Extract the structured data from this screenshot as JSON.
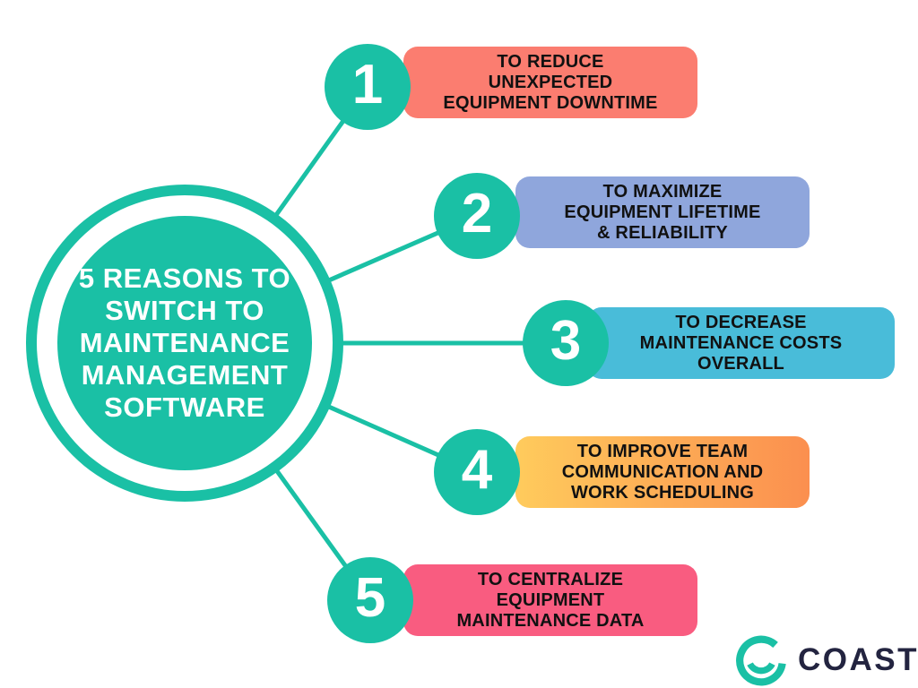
{
  "colors": {
    "teal": "#1ac0a5",
    "navy": "#232440",
    "text_black": "#111111",
    "white": "#ffffff"
  },
  "center": {
    "lines": [
      "5 REASONS TO",
      "SWITCH TO",
      "MAINTENANCE",
      "MANAGEMENT",
      "SOFTWARE"
    ]
  },
  "items": [
    {
      "number": "1",
      "color": "#fb7d70",
      "lines": [
        "TO REDUCE",
        "UNEXPECTED",
        "EQUIPMENT DOWNTIME"
      ]
    },
    {
      "number": "2",
      "color": "#8fa6dc",
      "lines": [
        "TO MAXIMIZE",
        "EQUIPMENT LIFETIME",
        "& RELIABILITY"
      ]
    },
    {
      "number": "3",
      "color": "#49bcd9",
      "lines": [
        "TO DECREASE",
        "MAINTENANCE COSTS",
        "OVERALL"
      ]
    },
    {
      "number": "4",
      "gradient": [
        "#ffcb5c",
        "#fb8f4f"
      ],
      "lines": [
        "TO IMPROVE TEAM",
        "COMMUNICATION AND",
        "WORK SCHEDULING"
      ]
    },
    {
      "number": "5",
      "color": "#f95c80",
      "lines": [
        "TO CENTRALIZE",
        "EQUIPMENT",
        "MAINTENANCE DATA"
      ]
    }
  ],
  "logo": {
    "brand": "COAST"
  }
}
